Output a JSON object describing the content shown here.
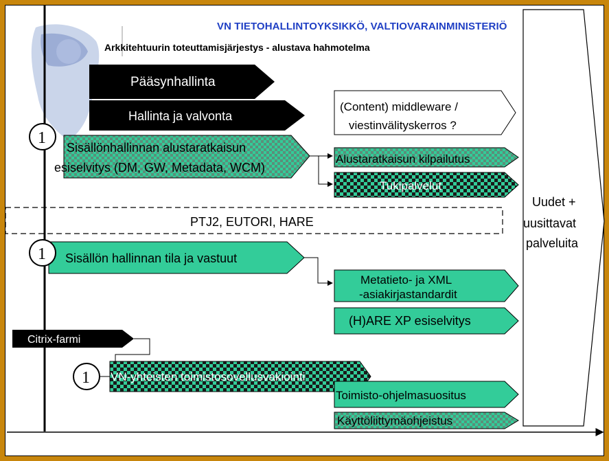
{
  "header": {
    "title": "VN TIETOHALLINTOYKSIKKÖ, VALTIOVARAINMINISTERIÖ",
    "subtitle": "Arkkitehtuurin toteuttamisjärjestys - alustava hahmotelma"
  },
  "colors": {
    "frame": "#c8860c",
    "title_blue": "#1f3fc4",
    "teal": "#33cc99",
    "black": "#000000"
  },
  "arrows": {
    "paasynhallinta": "Pääsynhallinta",
    "hallinta": "Hallinta ja valvonta",
    "middleware_line1": "(Content) middleware /",
    "middleware_line2": "viestinvälityskerros ?",
    "sisallonhallinnan_line1": "Sisällönhallinnan alustaratkaisun",
    "sisallonhallinnan_line2": "esiselvitys (DM, GW, Metadata, WCM)",
    "kilpailutus": "Alustaratkaisun kilpailutus",
    "tukipalvelut": "Tukipalvelut",
    "ptj": "PTJ2, EUTORI, HARE",
    "tila": "Sisällön hallinnan tila ja vastuut",
    "metatieto_line1": "Metatieto- ja XML",
    "metatieto_line2": "-asiakirjastandardit",
    "hare": "(H)ARE XP esiselvitys",
    "citrix": "Citrix-farmi",
    "vn": "VN-yhteisten toimistosovellusvakiointi",
    "toimisto": "Toimisto-ohjelmasuositus",
    "kaytto": "Käyttöliittymäohjeistus",
    "uudet_line1": "Uudet +",
    "uudet_line2": "uusittavat",
    "uudet_line3": "palveluita"
  },
  "markers": [
    "1",
    "1",
    "1"
  ]
}
